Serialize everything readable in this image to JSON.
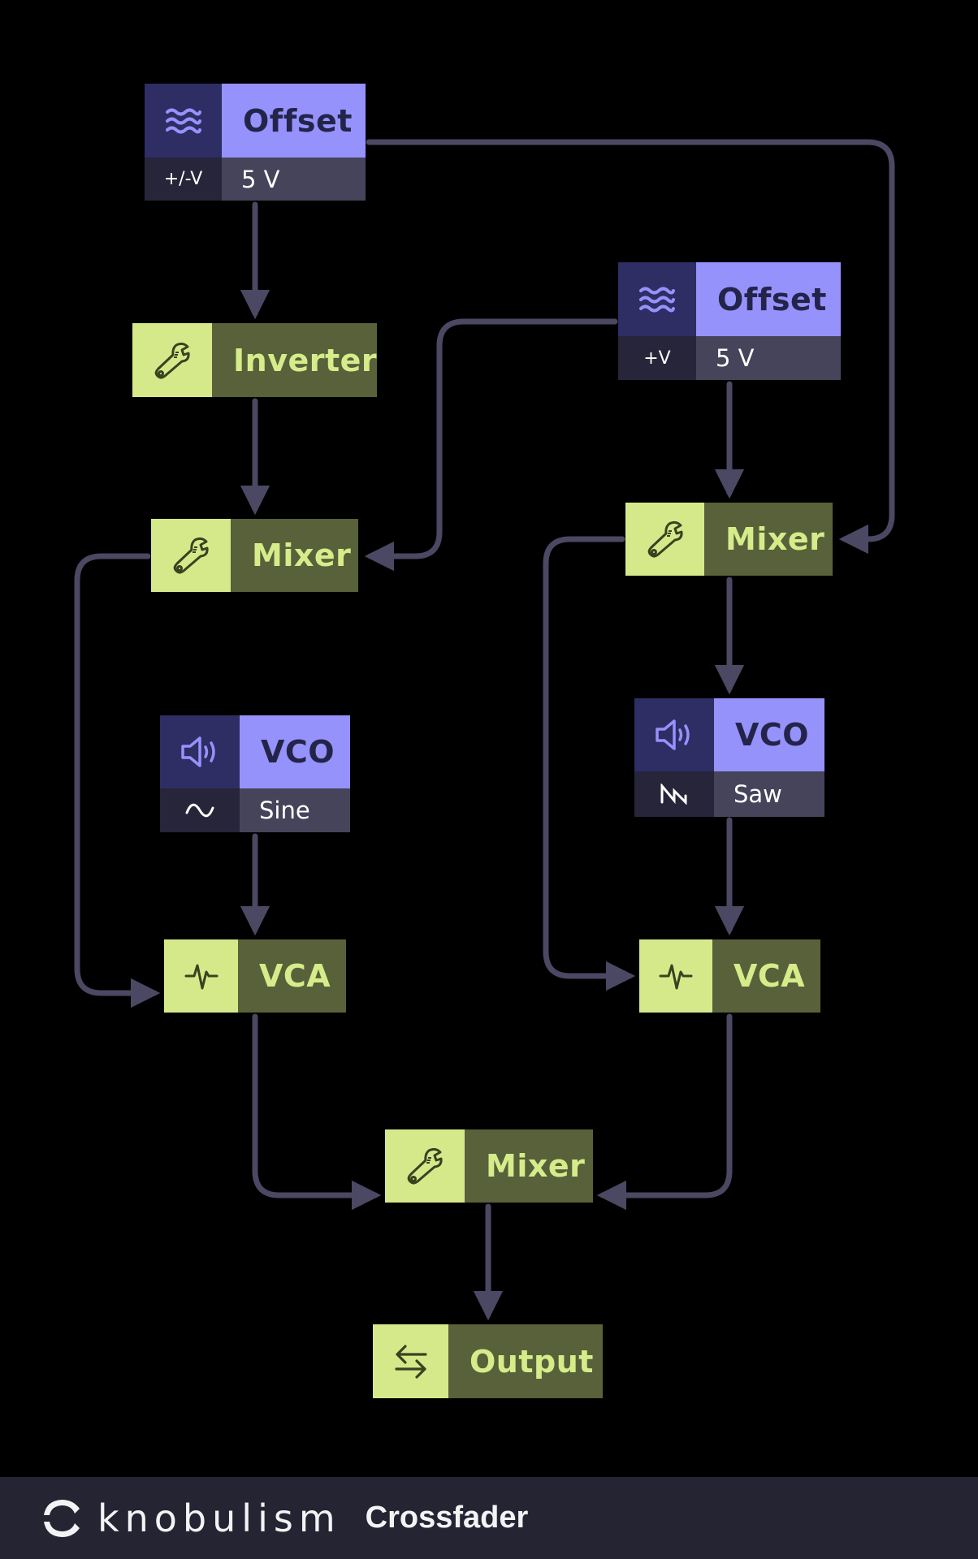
{
  "diagram": {
    "title": "Crossfader",
    "wire_color": "#4a4862",
    "colors": {
      "source_icon_bg": "#2e2d64",
      "source_title_bg": "#9592fb",
      "source_title_text": "#24244b",
      "source_sub_icon_bg": "#26253a",
      "source_sub_value_bg": "#45445a",
      "util_icon_bg": "#d6e98a",
      "util_title_bg": "#58613a",
      "util_title_text": "#d6ec8a",
      "footer_bg": "#242433"
    },
    "nodes": [
      {
        "id": "offset1",
        "type": "source",
        "label": "Offset",
        "icon": "waves-icon",
        "param_icon_text": "+/-V",
        "param_value": "5 V"
      },
      {
        "id": "offset2",
        "type": "source",
        "label": "Offset",
        "icon": "waves-icon",
        "param_icon_text": "+V",
        "param_value": "5 V"
      },
      {
        "id": "inverter",
        "type": "utility",
        "label": "Inverter",
        "icon": "wrench-icon"
      },
      {
        "id": "mixer_left",
        "type": "utility",
        "label": "Mixer",
        "icon": "wrench-icon"
      },
      {
        "id": "mixer_right",
        "type": "utility",
        "label": "Mixer",
        "icon": "wrench-icon"
      },
      {
        "id": "vco_left",
        "type": "source",
        "label": "VCO",
        "icon": "speaker-icon",
        "param_icon": "sine-wave-icon",
        "param_value": "Sine"
      },
      {
        "id": "vco_right",
        "type": "source",
        "label": "VCO",
        "icon": "speaker-icon",
        "param_icon": "saw-wave-icon",
        "param_value": "Saw"
      },
      {
        "id": "vca_left",
        "type": "utility",
        "label": "VCA",
        "icon": "pulse-icon"
      },
      {
        "id": "vca_right",
        "type": "utility",
        "label": "VCA",
        "icon": "pulse-icon"
      },
      {
        "id": "mixer_bottom",
        "type": "utility",
        "label": "Mixer",
        "icon": "wrench-icon"
      },
      {
        "id": "output",
        "type": "utility",
        "label": "Output",
        "icon": "swap-arrows-icon"
      }
    ],
    "edges": [
      {
        "from": "offset1",
        "to": "inverter"
      },
      {
        "from": "offset1",
        "to": "mixer_right"
      },
      {
        "from": "offset2",
        "to": "mixer_left"
      },
      {
        "from": "offset2",
        "to": "mixer_right"
      },
      {
        "from": "inverter",
        "to": "mixer_left"
      },
      {
        "from": "mixer_left",
        "to": "vca_left"
      },
      {
        "from": "mixer_right",
        "to": "vco_right"
      },
      {
        "from": "mixer_right",
        "to": "vca_right"
      },
      {
        "from": "vco_left",
        "to": "vca_left"
      },
      {
        "from": "vco_right",
        "to": "vca_right"
      },
      {
        "from": "vca_left",
        "to": "mixer_bottom"
      },
      {
        "from": "vca_right",
        "to": "mixer_bottom"
      },
      {
        "from": "mixer_bottom",
        "to": "output"
      }
    ]
  },
  "footer": {
    "logo_icon": "knob-logo-icon",
    "brand": "knobulism",
    "product": "Crossfader"
  }
}
